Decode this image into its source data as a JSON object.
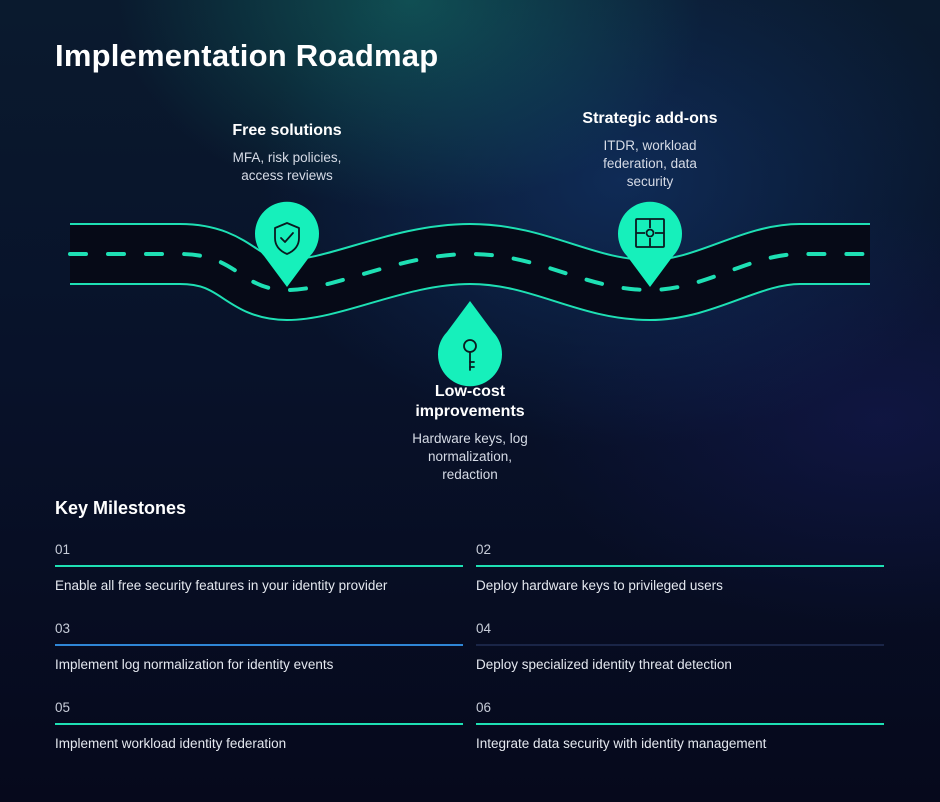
{
  "title": "Implementation Roadmap",
  "stages": [
    {
      "title": "Free solutions",
      "desc": [
        "MFA, risk policies,",
        "access reviews"
      ],
      "icon": "shield-check-icon"
    },
    {
      "title": "Low-cost improvements",
      "title_lines": [
        "Low-cost",
        "improvements"
      ],
      "desc": [
        "Hardware keys, log",
        "normalization,",
        "redaction"
      ],
      "icon": "key-icon"
    },
    {
      "title": "Strategic add-ons",
      "desc": [
        "ITDR, workload",
        "federation, data",
        "security"
      ],
      "icon": "puzzle-icon"
    }
  ],
  "milestones_title": "Key Milestones",
  "milestones": [
    {
      "number": "01",
      "text": "Enable all free security features in your identity provider",
      "line_color": "#1ee0b4"
    },
    {
      "number": "02",
      "text": "Deploy hardware keys to privileged users",
      "line_color": "#1ee0b4"
    },
    {
      "number": "03",
      "text": "Implement log normalization for identity events",
      "line_color": "#2f86d6"
    },
    {
      "number": "04",
      "text": "Deploy specialized identity threat detection",
      "line_color": "#1a2547"
    },
    {
      "number": "05",
      "text": "Implement workload identity federation",
      "line_color": "#1ee0b4"
    },
    {
      "number": "06",
      "text": "Integrate data security with identity management",
      "line_color": "#1ee0b4"
    }
  ],
  "colors": {
    "accent": "#1ee0b4",
    "road": "#050814",
    "text_muted": "#d6dbe6"
  }
}
